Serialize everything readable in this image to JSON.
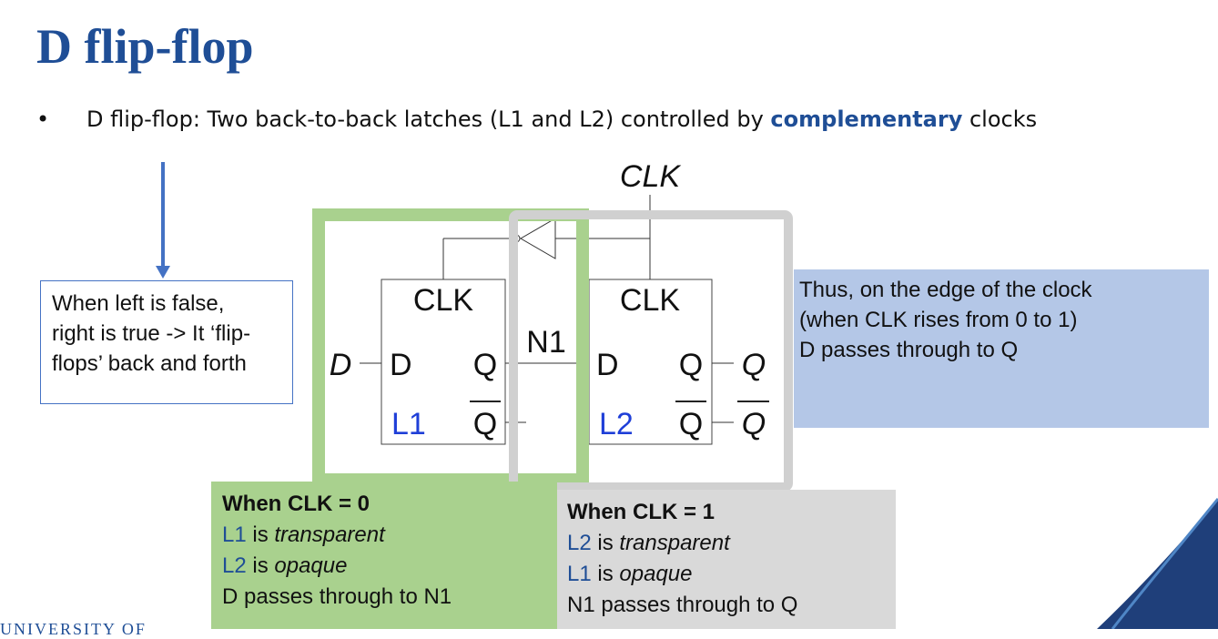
{
  "slide": {
    "title": "D flip-flop",
    "bullet": {
      "marker": "•",
      "text_before": "D flip-flop: Two back-to-back latches (L1 and L2) controlled by ",
      "emphasis": "complementary",
      "text_after": " clocks"
    },
    "footer_logo": "UNIVERSITY OF"
  },
  "diagram": {
    "clk_label": "CLK",
    "d_input": "D",
    "n1_label": "N1",
    "q_output": "Q",
    "qbar_output": "Q",
    "latch1": {
      "clk": "CLK",
      "d": "D",
      "q": "Q",
      "qbar": "Q",
      "name": "L1"
    },
    "latch2": {
      "clk": "CLK",
      "d": "D",
      "q": "Q",
      "qbar": "Q",
      "name": "L2"
    }
  },
  "notes": {
    "left_lines": [
      "When left is false,",
      "right is true -> It ‘flip-",
      "flops’ back and forth"
    ],
    "right_lines": [
      "Thus, on the edge of the clock",
      "(when CLK rises from 0 to 1)",
      "D passes through to Q"
    ]
  },
  "clk0_box": {
    "header": "When CLK = 0",
    "line1_name": "L1",
    "line1_verb": " is ",
    "line1_state": "transparent",
    "line2_name": "L2",
    "line2_verb": " is ",
    "line2_state": "opaque",
    "line3": "D passes through to N1"
  },
  "clk1_box": {
    "header": "When CLK = 1",
    "line1_name": "L2",
    "line1_verb": " is ",
    "line1_state": "transparent",
    "line2_name": "L1",
    "line2_verb": " is ",
    "line2_state": "opaque",
    "line3": "N1 passes through to Q"
  },
  "colors": {
    "title": "#1f4e96",
    "latch_label": "#1f3fd8",
    "green_region": "#a9d18e",
    "gray_region": "#d0d0d0",
    "note_blue": "#b4c7e7",
    "arrow": "#4472c4"
  }
}
